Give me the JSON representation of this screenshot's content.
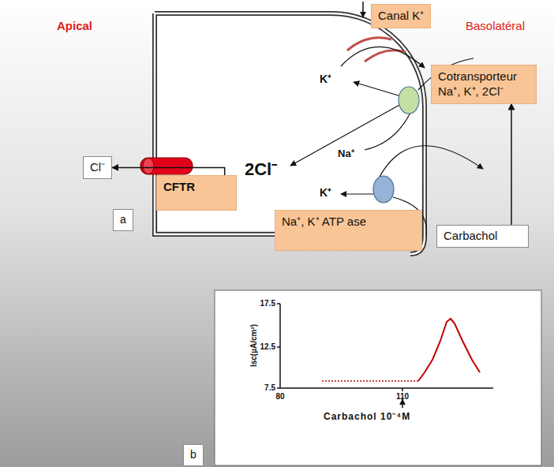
{
  "diagram": {
    "nodes": [
      {
        "text": [
          "Canal K⁺"
        ]
      },
      {
        "text": [
          "Cotransporteur Na⁺, K⁺, 2Cl⁻"
        ]
      },
      {
        "text": [
          "CFTR"
        ]
      },
      {
        "text": [
          "Na⁺, K⁺ ATP ase"
        ]
      },
      {
        "text": [
          "Carbachol"
        ]
      },
      {
        "text": [
          "Cl⁻"
        ]
      },
      {
        "text": [
          "a"
        ]
      },
      {
        "text": [
          "b"
        ]
      }
    ],
    "edges": [
      {
        "from": 4,
        "to": 1,
        "arrow": "to"
      },
      {
        "from": 2,
        "to": 5,
        "arrow": "to"
      }
    ],
    "labels": [
      "Apical",
      "Basolatéral",
      "K⁺",
      "Na⁺",
      "K⁺",
      "2Cl⁻",
      "17.5",
      "12.5",
      "7.5",
      "80",
      "110",
      "Isc(µA/cm²)",
      "Carbachol 10⁻⁴M"
    ]
  }
}
